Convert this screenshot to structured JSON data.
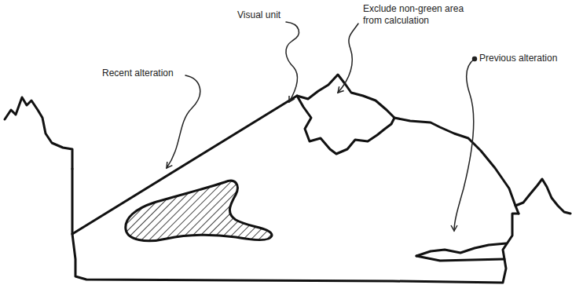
{
  "diagram": {
    "labels": [
      "Visual unit",
      "Exclude non-green area from calculation",
      "Recent alteration",
      "Previous alteration"
    ]
  }
}
